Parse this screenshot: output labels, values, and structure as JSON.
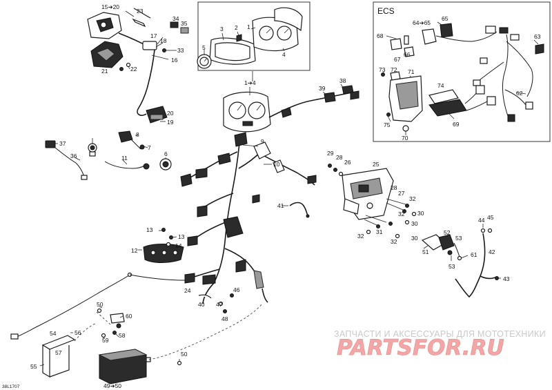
{
  "box_titles": {
    "top_center": "",
    "ecs": "ECS"
  },
  "reference_code": "38L1707",
  "watermark": {
    "line1": "ЗАПЧАСТИ И АКСЕССУАРЫ ДЛЯ МОТОТЕХНИКИ",
    "logo": "PARTSFOR.RU"
  },
  "callouts": {
    "c15_20": "15➔20",
    "c23": "23",
    "c34": "34",
    "c35": "35",
    "c17": "17",
    "c18": "18",
    "c33": "33",
    "c16": "16",
    "c21": "21",
    "c22": "22",
    "c20b": "20",
    "c19": "19",
    "c3": "3",
    "c2": "2",
    "c1": "1",
    "c4": "4",
    "c5": "5",
    "c1_4": "1➔4",
    "c39": "39",
    "c38": "38",
    "c9": "9",
    "c10": "10",
    "c37": "37",
    "c36": "36",
    "c8": "8",
    "c7": "7",
    "c11": "11",
    "c6": "6",
    "c29": "29",
    "c28": "28",
    "c26": "26",
    "c25": "25",
    "c41": "41",
    "c28b": "28",
    "c27": "27",
    "c32a": "32",
    "c30a": "30",
    "c32b": "32",
    "c30b": "30",
    "c32c": "32",
    "c31": "31",
    "c32d": "32",
    "c30c": "30",
    "c13a": "13",
    "c13b": "13",
    "c14": "14",
    "c12": "12",
    "c44": "44",
    "c45": "45",
    "c52": "52",
    "c53a": "53",
    "c42": "42",
    "c51": "51",
    "c61": "61",
    "c53b": "53",
    "c43": "43",
    "c24": "24",
    "c40": "40",
    "c46": "46",
    "c47": "47",
    "c48": "48",
    "c50a": "50",
    "c60": "60",
    "c54": "54",
    "c56": "56",
    "c59": "59",
    "c58": "58",
    "c57": "57",
    "c55": "55",
    "c50b": "50",
    "c49_50": "49➔50",
    "e64_65": "64➔65",
    "e65": "65",
    "e68": "68",
    "e66": "66",
    "e67": "67",
    "e63": "63",
    "e73": "73",
    "e72": "72",
    "e71": "71",
    "e74": "74",
    "e62": "62",
    "e75": "75",
    "e69": "69",
    "e70": "70"
  }
}
